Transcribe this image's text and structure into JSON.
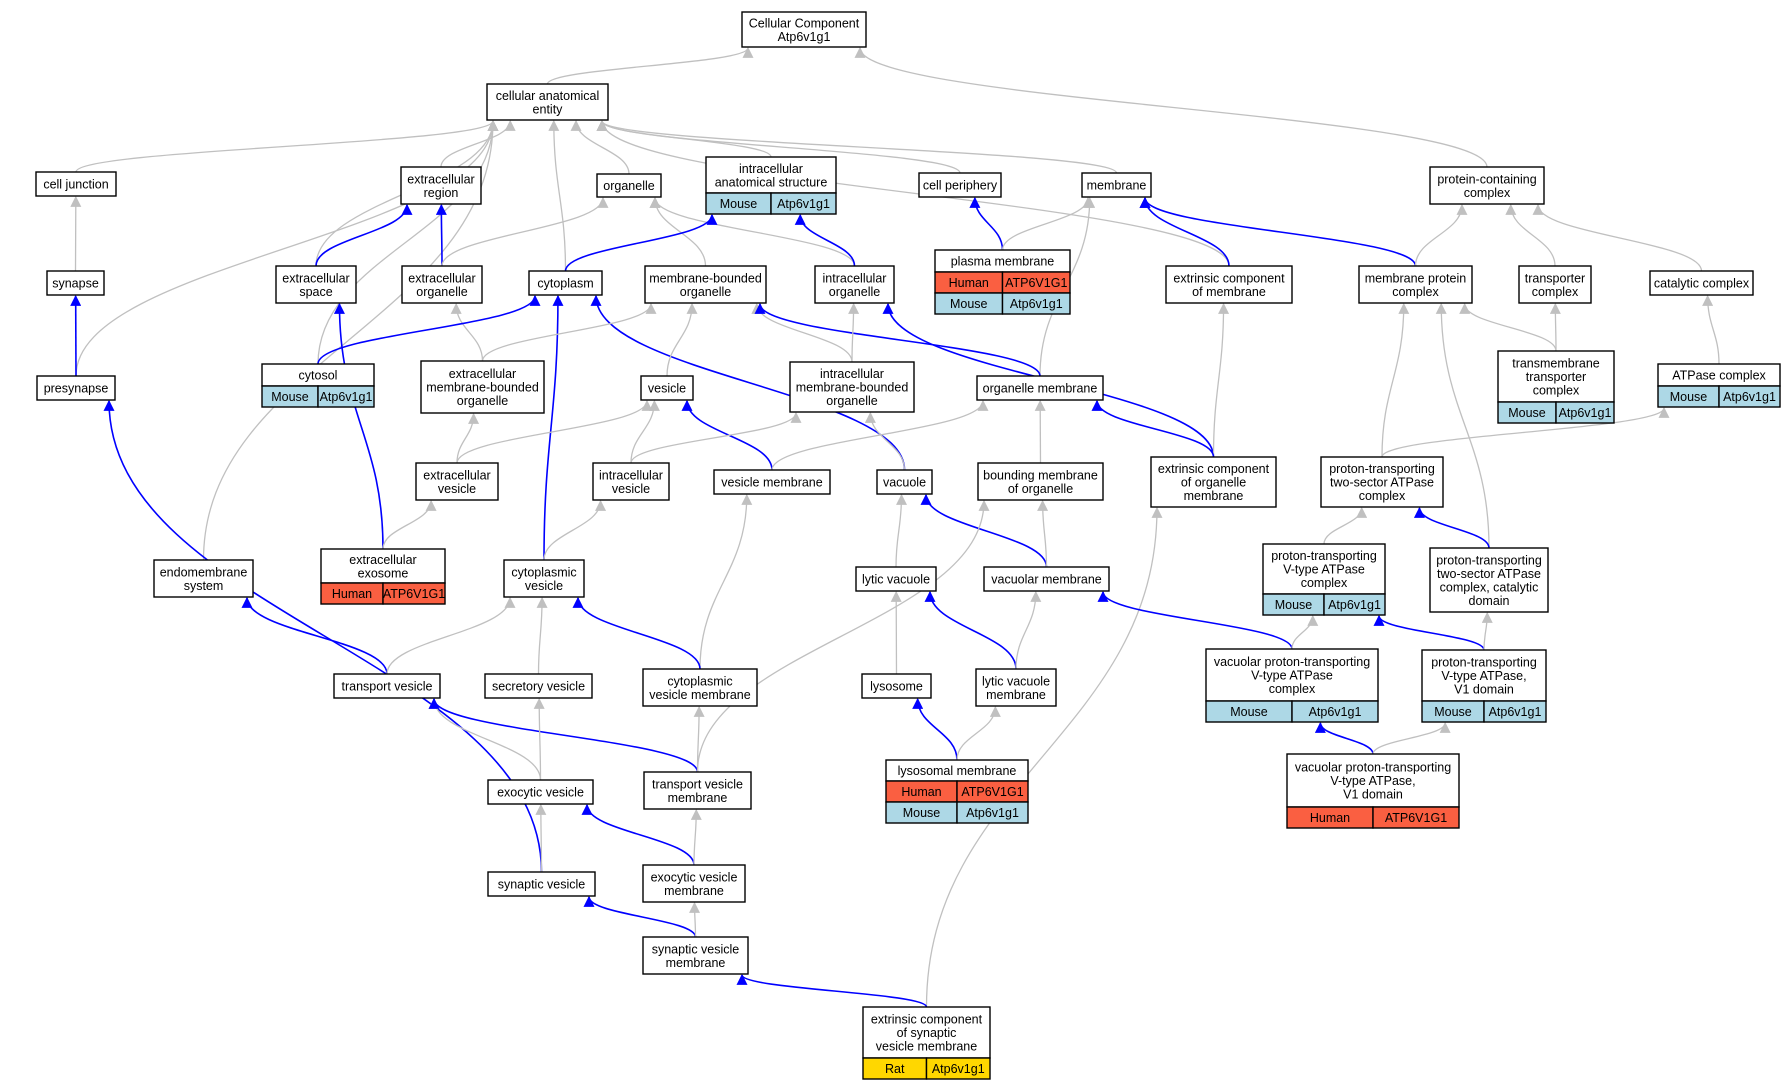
{
  "title_lines": [
    "Cellular Component",
    "Atp6v1g1"
  ],
  "colors": {
    "mouse": "#add8e6",
    "human": "#fa5f41",
    "rat": "#ffd700",
    "direct_edge": "#0000ff",
    "is_a_edge": "#c0c0c0",
    "node_border": "#000000"
  },
  "nodes": [
    {
      "id": "root",
      "lines": [
        "Cellular Component",
        "Atp6v1g1"
      ],
      "rows": []
    },
    {
      "id": "cae",
      "lines": [
        "cellular anatomical",
        "entity"
      ],
      "rows": []
    },
    {
      "id": "celljunction",
      "lines": [
        "cell junction"
      ],
      "rows": []
    },
    {
      "id": "exregion",
      "lines": [
        "extracellular",
        "region"
      ],
      "rows": []
    },
    {
      "id": "organelle",
      "lines": [
        "organelle"
      ],
      "rows": []
    },
    {
      "id": "ias",
      "lines": [
        "intracellular",
        "anatomical structure"
      ],
      "rows": [
        {
          "species": "Mouse",
          "gene": "Atp6v1g1"
        }
      ]
    },
    {
      "id": "cellperiph",
      "lines": [
        "cell periphery"
      ],
      "rows": []
    },
    {
      "id": "membrane",
      "lines": [
        "membrane"
      ],
      "rows": []
    },
    {
      "id": "pcc",
      "lines": [
        "protein-containing",
        "complex"
      ],
      "rows": []
    },
    {
      "id": "synapse",
      "lines": [
        "synapse"
      ],
      "rows": []
    },
    {
      "id": "exspace",
      "lines": [
        "extracellular",
        "space"
      ],
      "rows": []
    },
    {
      "id": "exorganelle",
      "lines": [
        "extracellular",
        "organelle"
      ],
      "rows": []
    },
    {
      "id": "cytoplasm",
      "lines": [
        "cytoplasm"
      ],
      "rows": []
    },
    {
      "id": "mbo",
      "lines": [
        "membrane-bounded",
        "organelle"
      ],
      "rows": []
    },
    {
      "id": "intorganelle",
      "lines": [
        "intracellular",
        "organelle"
      ],
      "rows": []
    },
    {
      "id": "plasmamem",
      "lines": [
        "plasma membrane"
      ],
      "rows": [
        {
          "species": "Human",
          "gene": "ATP6V1G1"
        },
        {
          "species": "Mouse",
          "gene": "Atp6v1g1"
        }
      ]
    },
    {
      "id": "extcompmem",
      "lines": [
        "extrinsic component",
        "of membrane"
      ],
      "rows": []
    },
    {
      "id": "mpc",
      "lines": [
        "membrane protein",
        "complex"
      ],
      "rows": []
    },
    {
      "id": "transporter",
      "lines": [
        "transporter",
        "complex"
      ],
      "rows": []
    },
    {
      "id": "catalytic",
      "lines": [
        "catalytic complex"
      ],
      "rows": []
    },
    {
      "id": "presynapse",
      "lines": [
        "presynapse"
      ],
      "rows": []
    },
    {
      "id": "cytosol",
      "lines": [
        "cytosol"
      ],
      "rows": [
        {
          "species": "Mouse",
          "gene": "Atp6v1g1"
        }
      ]
    },
    {
      "id": "exmbo",
      "lines": [
        "extracellular",
        "membrane-bounded",
        "organelle"
      ],
      "rows": []
    },
    {
      "id": "vesicle",
      "lines": [
        "vesicle"
      ],
      "rows": []
    },
    {
      "id": "intmbo",
      "lines": [
        "intracellular",
        "membrane-bounded",
        "organelle"
      ],
      "rows": []
    },
    {
      "id": "orgmem",
      "lines": [
        "organelle membrane"
      ],
      "rows": []
    },
    {
      "id": "tmtc",
      "lines": [
        "transmembrane",
        "transporter",
        "complex"
      ],
      "rows": [
        {
          "species": "Mouse",
          "gene": "Atp6v1g1"
        }
      ]
    },
    {
      "id": "atpase",
      "lines": [
        "ATPase complex"
      ],
      "rows": [
        {
          "species": "Mouse",
          "gene": "Atp6v1g1"
        }
      ]
    },
    {
      "id": "exvesicle",
      "lines": [
        "extracellular",
        "vesicle"
      ],
      "rows": []
    },
    {
      "id": "intvesicle",
      "lines": [
        "intracellular",
        "vesicle"
      ],
      "rows": []
    },
    {
      "id": "vesmem",
      "lines": [
        "vesicle membrane"
      ],
      "rows": []
    },
    {
      "id": "vacuole",
      "lines": [
        "vacuole"
      ],
      "rows": []
    },
    {
      "id": "bmo",
      "lines": [
        "bounding membrane",
        "of organelle"
      ],
      "rows": []
    },
    {
      "id": "extcomporgmem",
      "lines": [
        "extrinsic component",
        "of organelle",
        "membrane"
      ],
      "rows": []
    },
    {
      "id": "pt2s",
      "lines": [
        "proton-transporting",
        "two-sector ATPase",
        "complex"
      ],
      "rows": []
    },
    {
      "id": "endomem",
      "lines": [
        "endomembrane",
        "system"
      ],
      "rows": []
    },
    {
      "id": "exosome",
      "lines": [
        "extracellular",
        "exosome"
      ],
      "rows": [
        {
          "species": "Human",
          "gene": "ATP6V1G1"
        }
      ]
    },
    {
      "id": "cytovesicle",
      "lines": [
        "cytoplasmic",
        "vesicle"
      ],
      "rows": []
    },
    {
      "id": "lyticvac",
      "lines": [
        "lytic vacuole"
      ],
      "rows": []
    },
    {
      "id": "vacmem",
      "lines": [
        "vacuolar membrane"
      ],
      "rows": []
    },
    {
      "id": "ptvtype",
      "lines": [
        "proton-transporting",
        "V-type ATPase",
        "complex"
      ],
      "rows": [
        {
          "species": "Mouse",
          "gene": "Atp6v1g1"
        }
      ]
    },
    {
      "id": "pt2scat",
      "lines": [
        "proton-transporting",
        "two-sector ATPase",
        "complex, catalytic",
        "domain"
      ],
      "rows": []
    },
    {
      "id": "transvesicle",
      "lines": [
        "transport vesicle"
      ],
      "rows": []
    },
    {
      "id": "secvesicle",
      "lines": [
        "secretory vesicle"
      ],
      "rows": []
    },
    {
      "id": "cytovesmem",
      "lines": [
        "cytoplasmic",
        "vesicle membrane"
      ],
      "rows": []
    },
    {
      "id": "lysosome",
      "lines": [
        "lysosome"
      ],
      "rows": []
    },
    {
      "id": "lyticvacmem",
      "lines": [
        "lytic vacuole",
        "membrane"
      ],
      "rows": []
    },
    {
      "id": "vacptv",
      "lines": [
        "vacuolar proton-transporting",
        "V-type ATPase",
        "complex"
      ],
      "rows": [
        {
          "species": "Mouse",
          "gene": "Atp6v1g1"
        }
      ]
    },
    {
      "id": "ptvv1",
      "lines": [
        "proton-transporting",
        "V-type ATPase,",
        "V1 domain"
      ],
      "rows": [
        {
          "species": "Mouse",
          "gene": "Atp6v1g1"
        }
      ]
    },
    {
      "id": "lysomem",
      "lines": [
        "lysosomal membrane"
      ],
      "rows": [
        {
          "species": "Human",
          "gene": "ATP6V1G1"
        },
        {
          "species": "Mouse",
          "gene": "Atp6v1g1"
        }
      ]
    },
    {
      "id": "exocvesicle",
      "lines": [
        "exocytic vesicle"
      ],
      "rows": []
    },
    {
      "id": "transvesmem",
      "lines": [
        "transport vesicle",
        "membrane"
      ],
      "rows": []
    },
    {
      "id": "vacptvv1",
      "lines": [
        "vacuolar proton-transporting",
        "V-type ATPase,",
        "V1 domain"
      ],
      "rows": [
        {
          "species": "Human",
          "gene": "ATP6V1G1"
        }
      ]
    },
    {
      "id": "synvesicle",
      "lines": [
        "synaptic vesicle"
      ],
      "rows": []
    },
    {
      "id": "exocvesmem",
      "lines": [
        "exocytic vesicle",
        "membrane"
      ],
      "rows": []
    },
    {
      "id": "synvesmem",
      "lines": [
        "synaptic vesicle",
        "membrane"
      ],
      "rows": []
    },
    {
      "id": "extcompsynves",
      "lines": [
        "extrinsic component",
        "of synaptic",
        "vesicle membrane"
      ],
      "rows": [
        {
          "species": "Rat",
          "gene": "Atp6v1g1"
        }
      ]
    }
  ],
  "edges": [
    {
      "from": "cae",
      "to": "root",
      "kind": "is_a"
    },
    {
      "from": "pcc",
      "to": "root",
      "kind": "is_a"
    },
    {
      "from": "celljunction",
      "to": "cae",
      "kind": "is_a"
    },
    {
      "from": "exregion",
      "to": "cae",
      "kind": "is_a"
    },
    {
      "from": "organelle",
      "to": "cae",
      "kind": "is_a"
    },
    {
      "from": "ias",
      "to": "cae",
      "kind": "is_a"
    },
    {
      "from": "cellperiph",
      "to": "cae",
      "kind": "is_a"
    },
    {
      "from": "membrane",
      "to": "cae",
      "kind": "is_a"
    },
    {
      "from": "cytoplasm",
      "to": "cae",
      "kind": "is_a"
    },
    {
      "from": "exspace",
      "to": "cae",
      "kind": "is_a"
    },
    {
      "from": "cytosol",
      "to": "cae",
      "kind": "is_a"
    },
    {
      "from": "endomem",
      "to": "cae",
      "kind": "is_a"
    },
    {
      "from": "presynapse",
      "to": "cae",
      "kind": "is_a"
    },
    {
      "from": "extcompmem",
      "to": "cae",
      "kind": "is_a"
    },
    {
      "from": "synapse",
      "to": "celljunction",
      "kind": "is_a"
    },
    {
      "from": "presynapse",
      "to": "synapse",
      "kind": "direct"
    },
    {
      "from": "exspace",
      "to": "exregion",
      "kind": "direct"
    },
    {
      "from": "exorganelle",
      "to": "exregion",
      "kind": "direct"
    },
    {
      "from": "exorganelle",
      "to": "organelle",
      "kind": "is_a"
    },
    {
      "from": "mbo",
      "to": "organelle",
      "kind": "is_a"
    },
    {
      "from": "intorganelle",
      "to": "organelle",
      "kind": "is_a"
    },
    {
      "from": "cytoplasm",
      "to": "ias",
      "kind": "direct"
    },
    {
      "from": "intorganelle",
      "to": "ias",
      "kind": "direct"
    },
    {
      "from": "plasmamem",
      "to": "cellperiph",
      "kind": "direct"
    },
    {
      "from": "plasmamem",
      "to": "membrane",
      "kind": "is_a"
    },
    {
      "from": "extcompmem",
      "to": "membrane",
      "kind": "direct"
    },
    {
      "from": "mpc",
      "to": "membrane",
      "kind": "direct"
    },
    {
      "from": "orgmem",
      "to": "membrane",
      "kind": "is_a"
    },
    {
      "from": "mpc",
      "to": "pcc",
      "kind": "is_a"
    },
    {
      "from": "transporter",
      "to": "pcc",
      "kind": "is_a"
    },
    {
      "from": "catalytic",
      "to": "pcc",
      "kind": "is_a"
    },
    {
      "from": "exosome",
      "to": "exspace",
      "kind": "direct"
    },
    {
      "from": "exmbo",
      "to": "exorganelle",
      "kind": "is_a"
    },
    {
      "from": "cytosol",
      "to": "cytoplasm",
      "kind": "direct"
    },
    {
      "from": "cytovesicle",
      "to": "cytoplasm",
      "kind": "direct"
    },
    {
      "from": "vacuole",
      "to": "cytoplasm",
      "kind": "direct"
    },
    {
      "from": "exmbo",
      "to": "mbo",
      "kind": "is_a"
    },
    {
      "from": "vesicle",
      "to": "mbo",
      "kind": "is_a"
    },
    {
      "from": "intmbo",
      "to": "mbo",
      "kind": "is_a"
    },
    {
      "from": "orgmem",
      "to": "mbo",
      "kind": "direct"
    },
    {
      "from": "intmbo",
      "to": "intorganelle",
      "kind": "is_a"
    },
    {
      "from": "extcomporgmem",
      "to": "intorganelle",
      "kind": "direct"
    },
    {
      "from": "extcomporgmem",
      "to": "extcompmem",
      "kind": "is_a"
    },
    {
      "from": "tmtc",
      "to": "mpc",
      "kind": "is_a"
    },
    {
      "from": "pt2s",
      "to": "mpc",
      "kind": "is_a"
    },
    {
      "from": "pt2scat",
      "to": "mpc",
      "kind": "is_a"
    },
    {
      "from": "tmtc",
      "to": "transporter",
      "kind": "is_a"
    },
    {
      "from": "atpase",
      "to": "catalytic",
      "kind": "is_a"
    },
    {
      "from": "synvesicle",
      "to": "presynapse",
      "kind": "direct"
    },
    {
      "from": "exvesicle",
      "to": "exmbo",
      "kind": "is_a"
    },
    {
      "from": "exvesicle",
      "to": "vesicle",
      "kind": "is_a"
    },
    {
      "from": "intvesicle",
      "to": "vesicle",
      "kind": "is_a"
    },
    {
      "from": "vesmem",
      "to": "vesicle",
      "kind": "direct"
    },
    {
      "from": "intvesicle",
      "to": "intmbo",
      "kind": "is_a"
    },
    {
      "from": "vacuole",
      "to": "intmbo",
      "kind": "is_a"
    },
    {
      "from": "vesmem",
      "to": "orgmem",
      "kind": "is_a"
    },
    {
      "from": "bmo",
      "to": "orgmem",
      "kind": "is_a"
    },
    {
      "from": "extcomporgmem",
      "to": "orgmem",
      "kind": "direct"
    },
    {
      "from": "pt2s",
      "to": "atpase",
      "kind": "is_a"
    },
    {
      "from": "exosome",
      "to": "exvesicle",
      "kind": "is_a"
    },
    {
      "from": "cytovesicle",
      "to": "intvesicle",
      "kind": "is_a"
    },
    {
      "from": "cytovesmem",
      "to": "vesmem",
      "kind": "is_a"
    },
    {
      "from": "lyticvac",
      "to": "vacuole",
      "kind": "is_a"
    },
    {
      "from": "vacmem",
      "to": "vacuole",
      "kind": "direct"
    },
    {
      "from": "vacmem",
      "to": "bmo",
      "kind": "is_a"
    },
    {
      "from": "transvesmem",
      "to": "bmo",
      "kind": "is_a"
    },
    {
      "from": "extcompsynves",
      "to": "extcomporgmem",
      "kind": "is_a"
    },
    {
      "from": "ptvtype",
      "to": "pt2s",
      "kind": "is_a"
    },
    {
      "from": "pt2scat",
      "to": "pt2s",
      "kind": "direct"
    },
    {
      "from": "transvesicle",
      "to": "endomem",
      "kind": "direct"
    },
    {
      "from": "transvesicle",
      "to": "cytovesicle",
      "kind": "is_a"
    },
    {
      "from": "secvesicle",
      "to": "cytovesicle",
      "kind": "is_a"
    },
    {
      "from": "cytovesmem",
      "to": "cytovesicle",
      "kind": "direct"
    },
    {
      "from": "lysosome",
      "to": "lyticvac",
      "kind": "is_a"
    },
    {
      "from": "lyticvacmem",
      "to": "lyticvac",
      "kind": "direct"
    },
    {
      "from": "lyticvacmem",
      "to": "vacmem",
      "kind": "is_a"
    },
    {
      "from": "vacptv",
      "to": "vacmem",
      "kind": "direct"
    },
    {
      "from": "vacptv",
      "to": "ptvtype",
      "kind": "is_a"
    },
    {
      "from": "ptvv1",
      "to": "ptvtype",
      "kind": "direct"
    },
    {
      "from": "ptvv1",
      "to": "pt2scat",
      "kind": "is_a"
    },
    {
      "from": "exocvesicle",
      "to": "transvesicle",
      "kind": "is_a"
    },
    {
      "from": "transvesmem",
      "to": "transvesicle",
      "kind": "direct"
    },
    {
      "from": "exocvesicle",
      "to": "secvesicle",
      "kind": "is_a"
    },
    {
      "from": "transvesmem",
      "to": "cytovesmem",
      "kind": "is_a"
    },
    {
      "from": "lysomem",
      "to": "lysosome",
      "kind": "direct"
    },
    {
      "from": "lysomem",
      "to": "lyticvacmem",
      "kind": "is_a"
    },
    {
      "from": "vacptvv1",
      "to": "vacptv",
      "kind": "direct"
    },
    {
      "from": "vacptvv1",
      "to": "ptvv1",
      "kind": "is_a"
    },
    {
      "from": "synvesicle",
      "to": "exocvesicle",
      "kind": "is_a"
    },
    {
      "from": "exocvesmem",
      "to": "exocvesicle",
      "kind": "direct"
    },
    {
      "from": "exocvesmem",
      "to": "transvesmem",
      "kind": "is_a"
    },
    {
      "from": "synvesmem",
      "to": "synvesicle",
      "kind": "direct"
    },
    {
      "from": "synvesmem",
      "to": "exocvesmem",
      "kind": "is_a"
    },
    {
      "from": "extcompsynves",
      "to": "synvesmem",
      "kind": "direct"
    }
  ]
}
